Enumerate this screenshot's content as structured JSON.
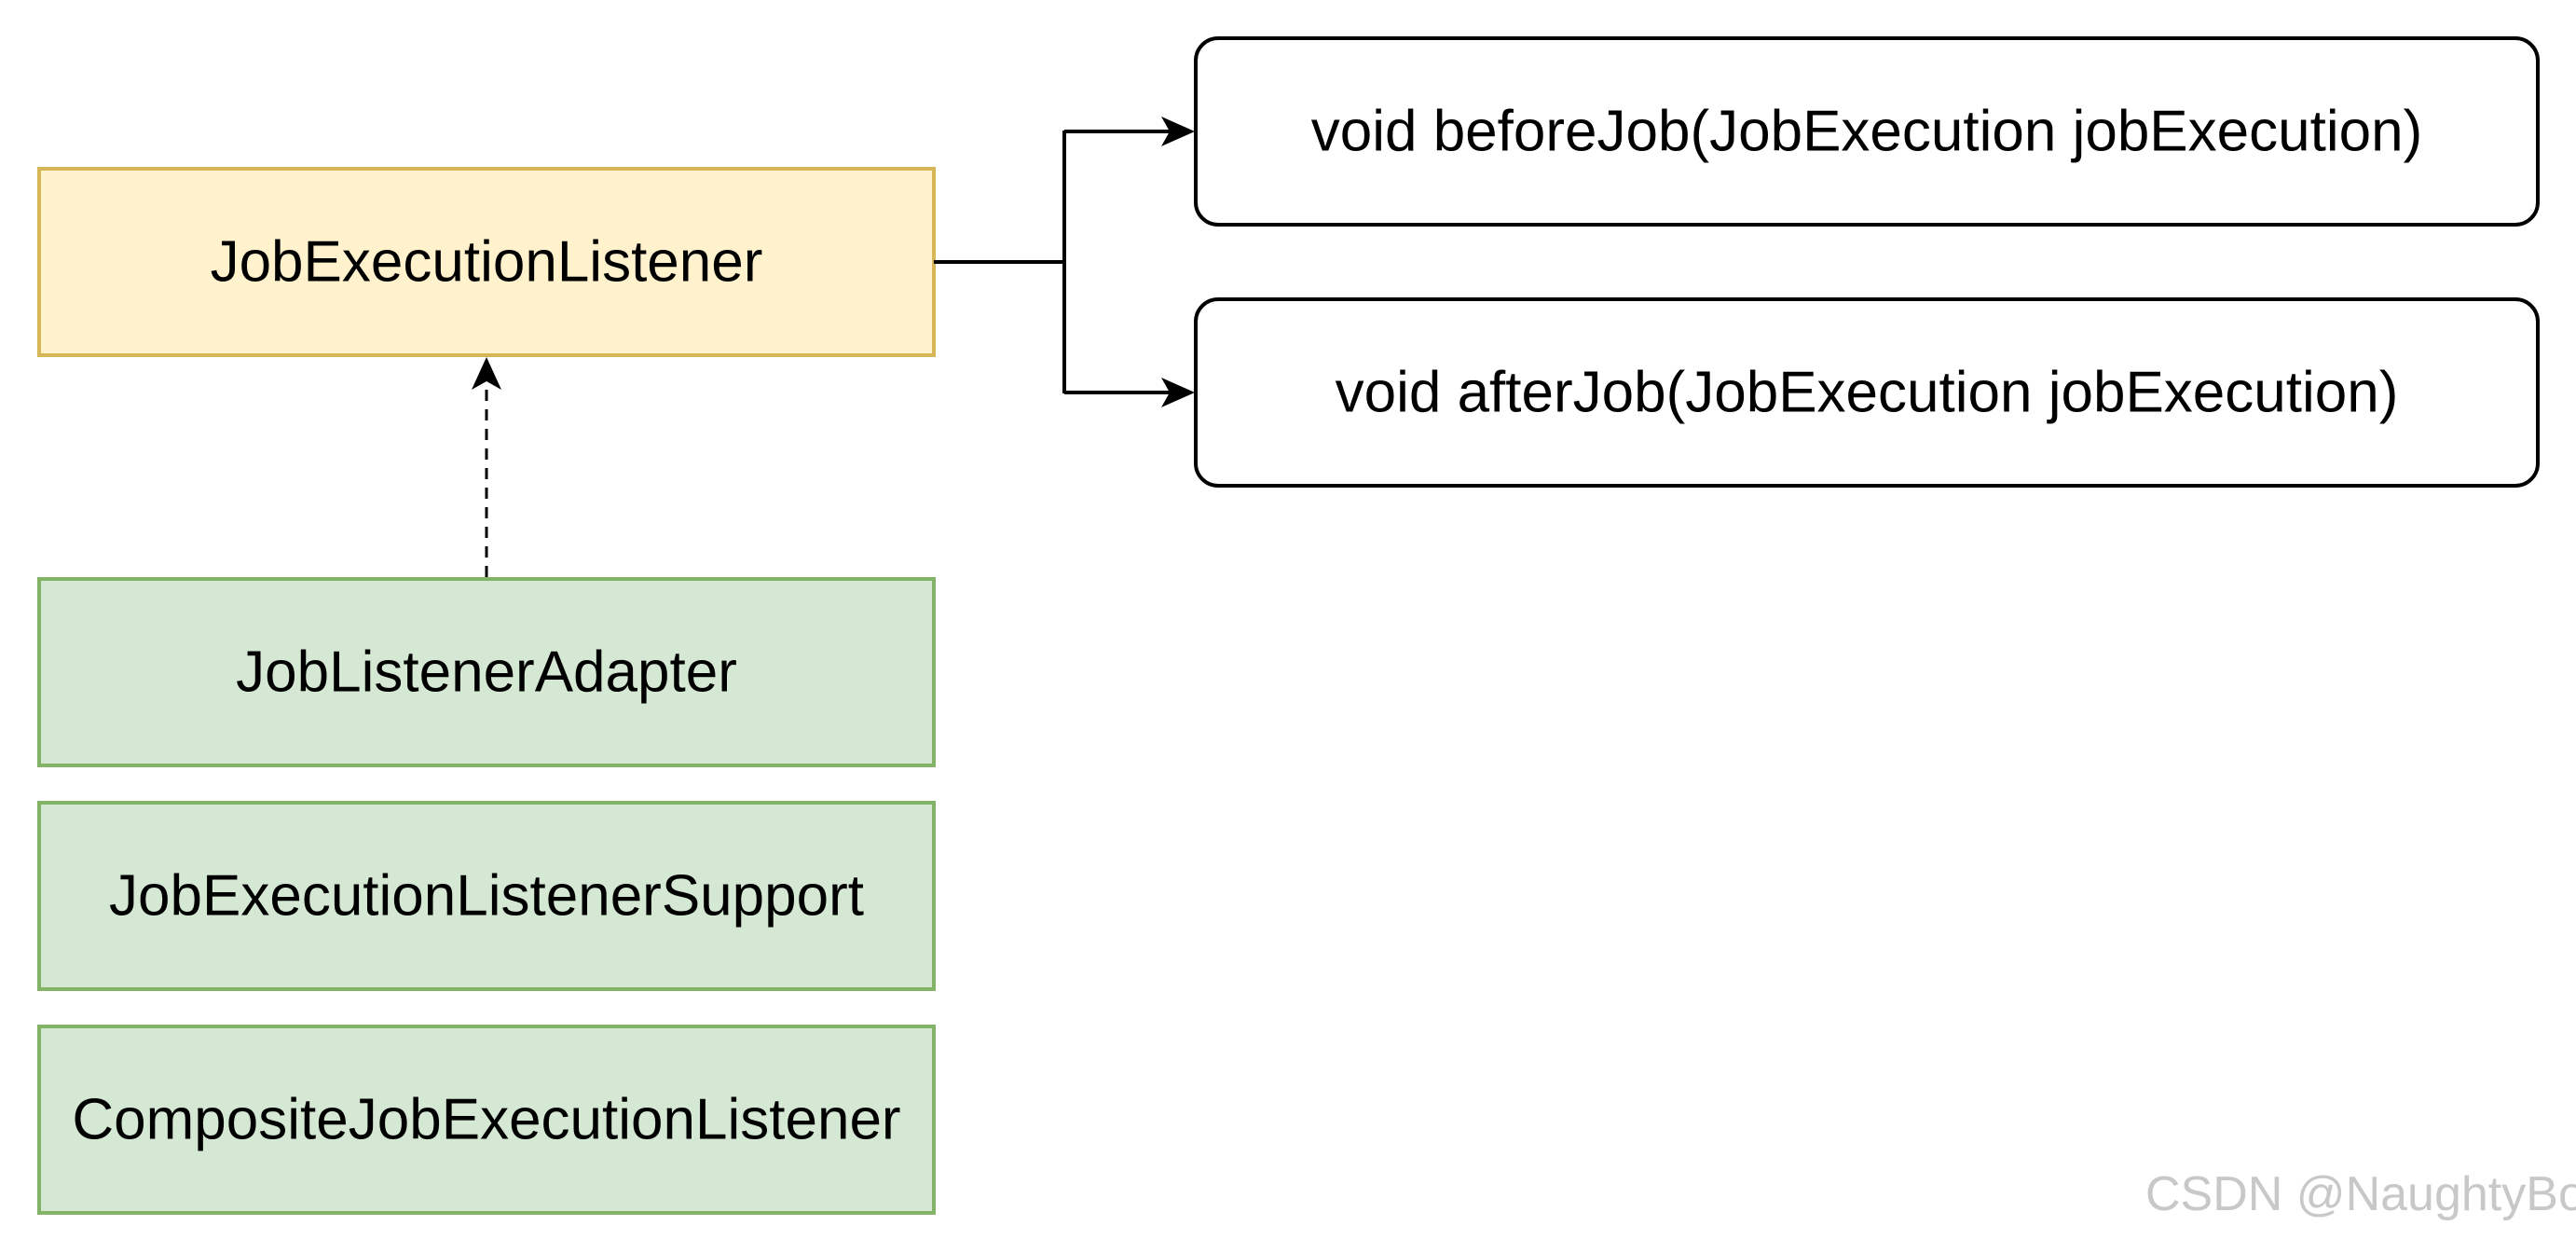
{
  "diagram": {
    "interface": {
      "label": "JobExecutionListener",
      "fill": "#fff2cc",
      "stroke": "#d6b656"
    },
    "implementations": [
      {
        "label": "JobListenerAdapter"
      },
      {
        "label": "JobExecutionListenerSupport"
      },
      {
        "label": "CompositeJobExecutionListener"
      }
    ],
    "implementation_style": {
      "fill": "#d5e8d4",
      "stroke": "#82b366"
    },
    "methods": [
      {
        "label": "void beforeJob(JobExecution jobExecution)"
      },
      {
        "label": "void afterJob(JobExecution jobExecution)"
      }
    ],
    "method_style": {
      "fill": "#ffffff",
      "stroke": "#000000"
    }
  },
  "watermark": "CSDN @NaughtyBo"
}
